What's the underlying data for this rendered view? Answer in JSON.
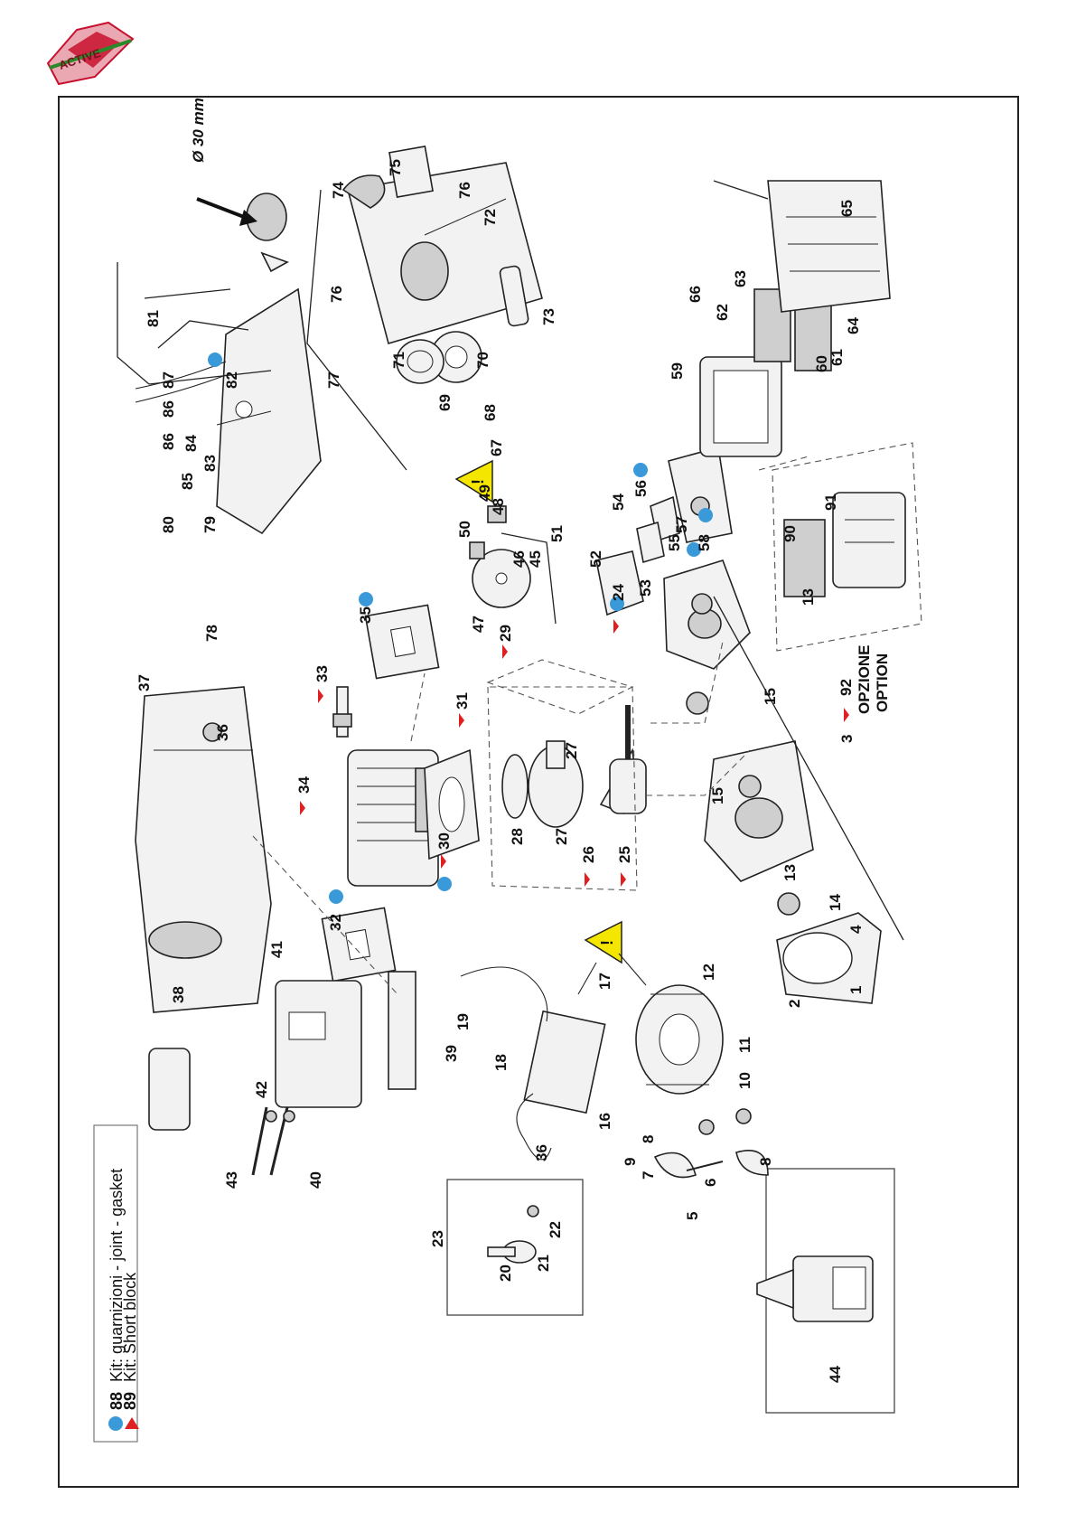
{
  "legend": {
    "kit_gasket": {
      "number": "88",
      "text": "Kit: guarnizioni - joint - gasket",
      "color": "#3a9ad9"
    },
    "kit_short_block": {
      "number": "89",
      "text": "Kit: Short block",
      "color": "#e02020"
    }
  },
  "note_diameter": "Ø 30 mm",
  "option_label": {
    "code": "92",
    "line1": "OPZIONE",
    "line2": "OPTION"
  },
  "parts": {
    "p1": "1",
    "p2": "2",
    "p3": "3",
    "p4": "4",
    "p5": "5",
    "p6": "6",
    "p7": "7",
    "p8a": "8",
    "p8b": "8",
    "p9": "9",
    "p10": "10",
    "p11": "11",
    "p12": "12",
    "p13a": "13",
    "p13b": "13",
    "p14": "14",
    "p15a": "15",
    "p15b": "15",
    "p16": "16",
    "p17": "17",
    "p18": "18",
    "p19": "19",
    "p20": "20",
    "p21": "21",
    "p22": "22",
    "p23": "23",
    "p24": "24",
    "p25": "25",
    "p26": "26",
    "p27a": "27",
    "p27b": "27",
    "p28": "28",
    "p29": "29",
    "p30": "30",
    "p31": "31",
    "p32": "32",
    "p33": "33",
    "p34": "34",
    "p35": "35",
    "p36a": "36",
    "p36b": "36",
    "p37": "37",
    "p38": "38",
    "p39": "39",
    "p40": "40",
    "p41": "41",
    "p42": "42",
    "p43": "43",
    "p44": "44",
    "p45": "45",
    "p46": "46",
    "p47": "47",
    "p48": "48",
    "p49": "49",
    "p50": "50",
    "p51": "51",
    "p52": "52",
    "p53": "53",
    "p54": "54",
    "p55": "55",
    "p56": "56",
    "p57": "57",
    "p58": "58",
    "p59": "59",
    "p60": "60",
    "p61": "61",
    "p62": "62",
    "p63": "63",
    "p64": "64",
    "p65": "65",
    "p66": "66",
    "p67": "67",
    "p68": "68",
    "p69": "69",
    "p70": "70",
    "p71": "71",
    "p72": "72",
    "p73": "73",
    "p74": "74",
    "p75": "75",
    "p76a": "76",
    "p76b": "76",
    "p77": "77",
    "p78": "78",
    "p79": "79",
    "p80": "80",
    "p81": "81",
    "p82": "82",
    "p83": "83",
    "p84": "84",
    "p85": "85",
    "p86a": "86",
    "p86b": "86",
    "p87": "87",
    "p90": "90",
    "p91": "91"
  },
  "colors": {
    "kit_blue": "#3a9ad9",
    "kit_red": "#e02020",
    "warning_yellow": "#f5e600",
    "logo_red": "#c8102e"
  },
  "icons": [
    "warning-triangle-icon",
    "blue-dot-marker",
    "red-triangle-marker"
  ]
}
